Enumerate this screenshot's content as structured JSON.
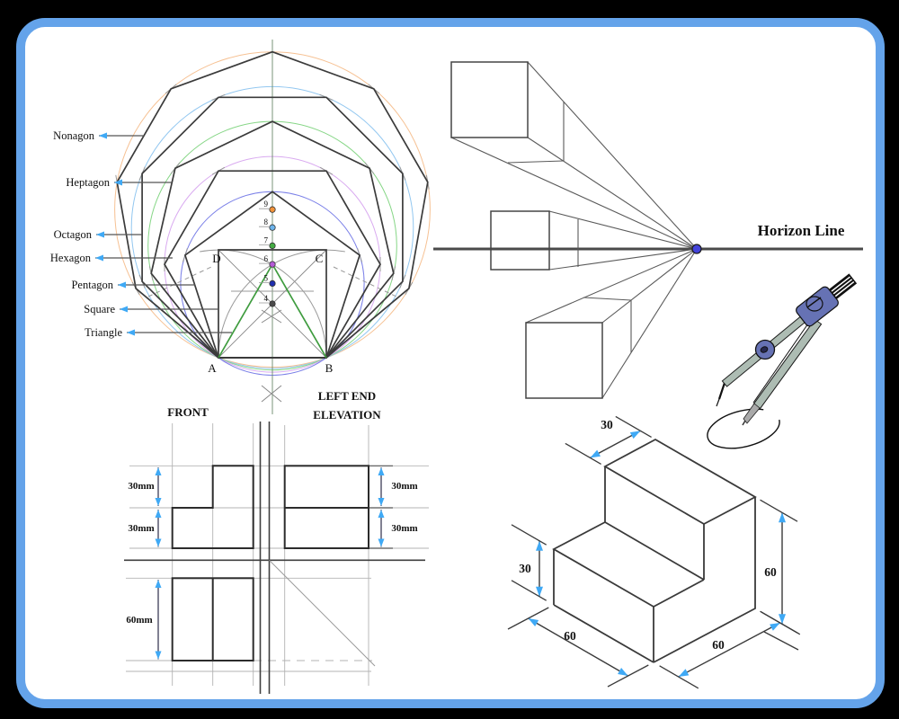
{
  "frame": {
    "border_color": "#64a3ea",
    "inner_background": "#ffffff",
    "outer_background": "#000000"
  },
  "polygon_construction": {
    "shape_labels": [
      "Nonagon",
      "Heptagon",
      "Octagon",
      "Hexagon",
      "Pentagon",
      "Square",
      "Triangle"
    ],
    "corner_labels": {
      "a": "A",
      "b": "B",
      "c": "C",
      "d": "D"
    },
    "center_point_numbers": [
      "4",
      "5",
      "6",
      "7",
      "8",
      "9"
    ],
    "circle_colors": {
      "pentagon": "#7b80e8",
      "hexagon": "#d9aaf0",
      "heptagon": "#86d686",
      "octagon": "#92c7f0",
      "nonagon": "#f6c193"
    },
    "center_dot_colors": {
      "4": "#4a4a4a",
      "5": "#1f2fae",
      "6": "#b45ad6",
      "7": "#44ad44",
      "8": "#6cb4ec",
      "9": "#f19239"
    },
    "triangle_color": "#3f9c3f"
  },
  "perspective": {
    "horizon_label": "Horizon Line",
    "vanishing_point_color": "#4343d9"
  },
  "orthographic": {
    "front_label": "FRONT",
    "side_label_line1": "LEFT END",
    "side_label_line2": "ELEVATION",
    "dimensions": {
      "front_top": "30mm",
      "front_bottom": "30mm",
      "side_top": "30mm",
      "side_bottom": "30mm",
      "plan_height": "60mm"
    },
    "arrow_color": "#3fa9f5"
  },
  "isometric": {
    "dimensions": {
      "top_width": "30",
      "step_height": "30",
      "total_height": "60",
      "depth_left": "60",
      "width_right": "60"
    },
    "arrow_color": "#3fa9f5"
  }
}
